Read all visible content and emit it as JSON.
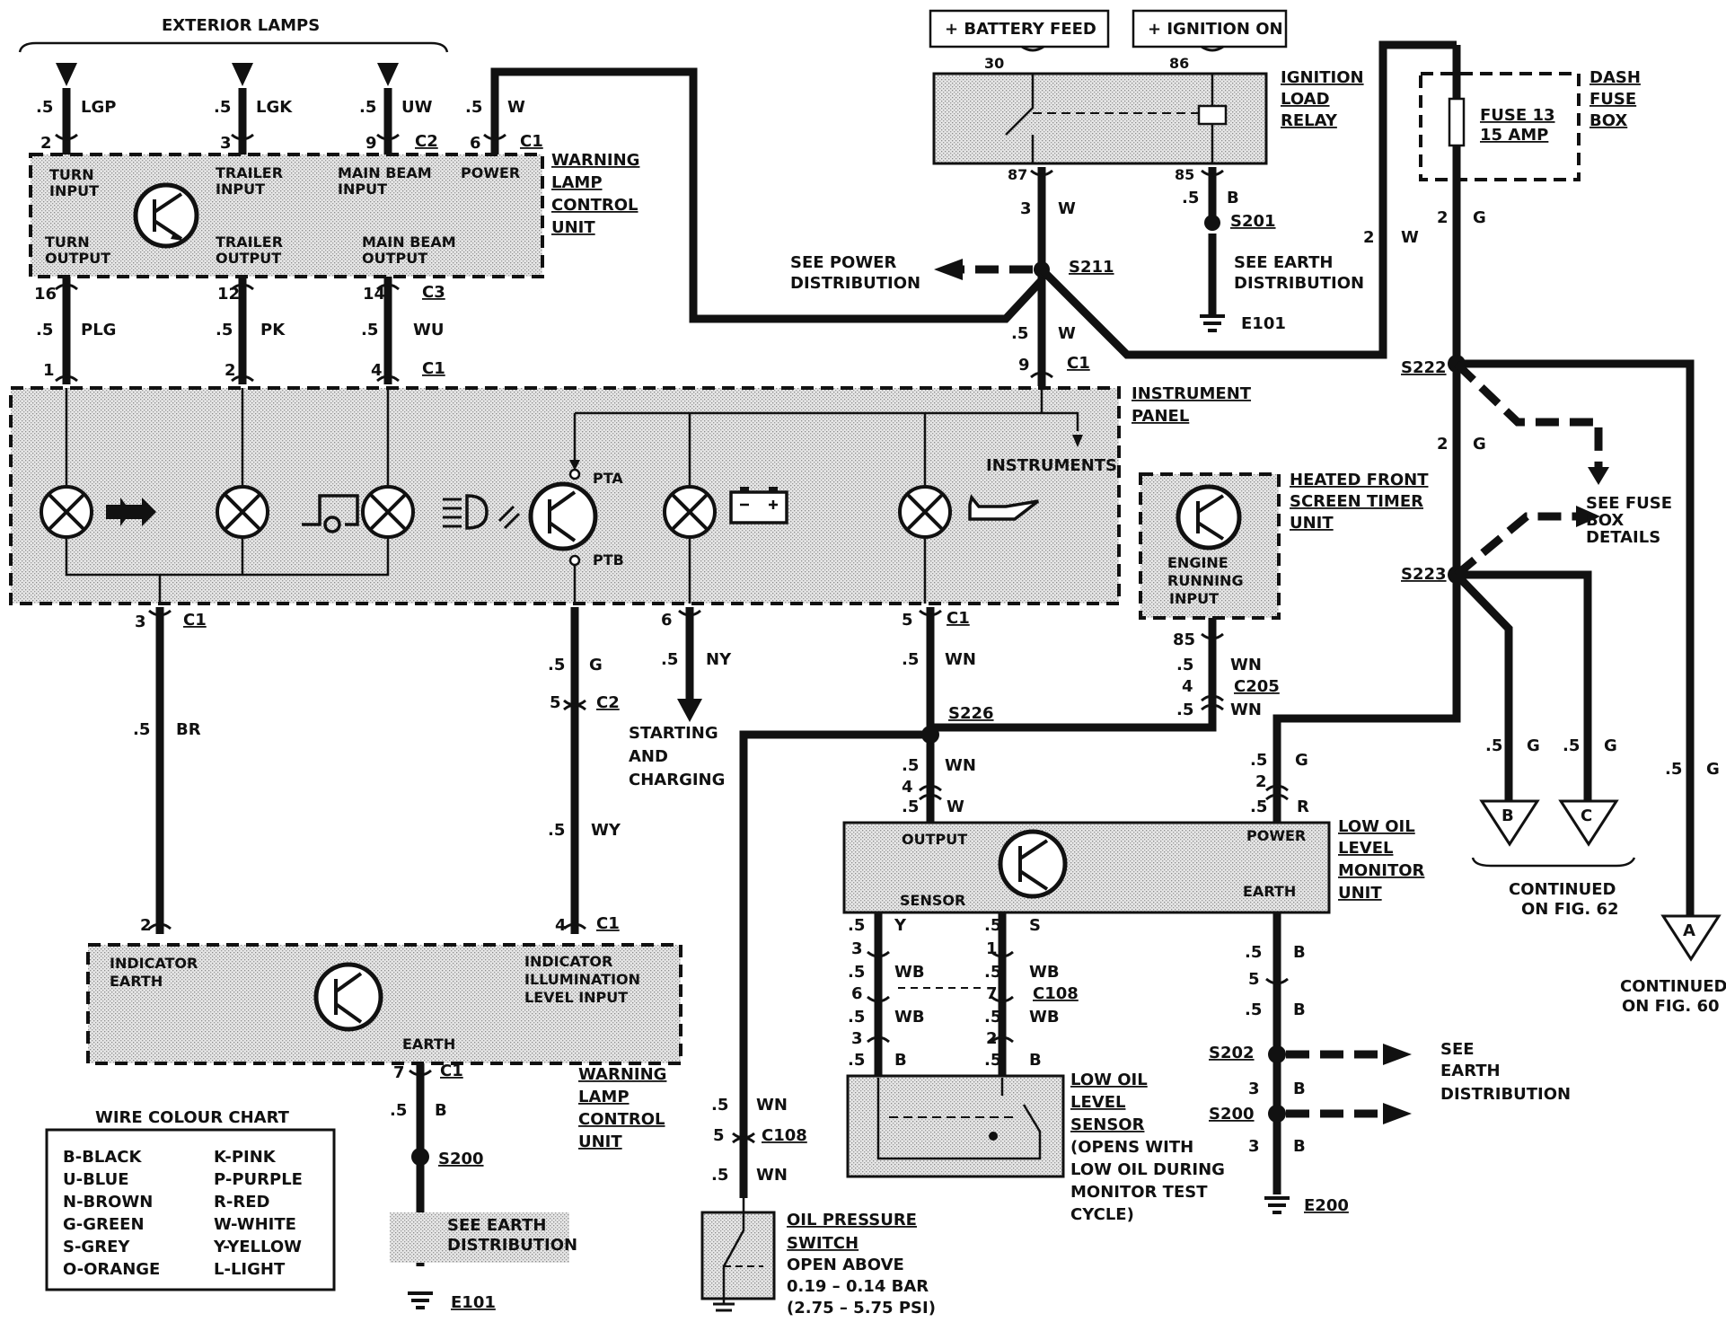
{
  "components": {
    "exterior_lamps": "EXTERIOR LAMPS",
    "battery_feed": "+ BATTERY FEED",
    "ignition_on": "+ IGNITION ON",
    "ignition_relay": [
      "IGNITION",
      "LOAD",
      "RELAY"
    ],
    "dash_fuse_box": [
      "DASH",
      "FUSE",
      "BOX"
    ],
    "fuse": [
      "FUSE 13",
      "15 AMP"
    ],
    "wlcu": [
      "WARNING",
      "LAMP",
      "CONTROL",
      "UNIT"
    ],
    "wlcu_turn_input": [
      "TURN",
      "INPUT"
    ],
    "wlcu_trailer_input": [
      "TRAILER",
      "INPUT"
    ],
    "wlcu_mainbeam_input": [
      "MAIN BEAM",
      "INPUT"
    ],
    "wlcu_power": "POWER",
    "wlcu_turn_output": [
      "TURN",
      "OUTPUT"
    ],
    "wlcu_trailer_output": [
      "TRAILER",
      "OUTPUT"
    ],
    "wlcu_mainbeam_output": [
      "MAIN BEAM",
      "OUTPUT"
    ],
    "instrument_panel": [
      "INSTRUMENT",
      "PANEL"
    ],
    "instruments": "INSTRUMENTS",
    "pta": "PTA",
    "ptb": "PTB",
    "heated_screen": [
      "HEATED FRONT",
      "SCREEN TIMER",
      "UNIT"
    ],
    "engine_running": [
      "ENGINE",
      "RUNNING",
      "INPUT"
    ],
    "see_power": [
      "SEE POWER",
      "DISTRIBUTION"
    ],
    "see_earth": [
      "SEE EARTH",
      "DISTRIBUTION"
    ],
    "see_fuse": [
      "SEE FUSE",
      "BOX",
      "DETAILS"
    ],
    "starting": [
      "STARTING",
      "AND",
      "CHARGING"
    ],
    "low_oil_monitor": [
      "LOW OIL",
      "LEVEL",
      "MONITOR",
      "UNIT"
    ],
    "monitor_output": "OUTPUT",
    "monitor_power": "POWER",
    "monitor_sensor": "SENSOR",
    "monitor_earth": "EARTH",
    "indicator_earth": [
      "INDICATOR",
      "EARTH"
    ],
    "indicator_illum": [
      "INDICATOR",
      "ILLUMINATION",
      "LEVEL INPUT"
    ],
    "wlcu2_earth": "EARTH",
    "wlcu2": [
      "WARNING",
      "LAMP",
      "CONTROL",
      "UNIT"
    ],
    "low_oil_sensor": [
      "LOW OIL",
      "LEVEL",
      "SENSOR",
      "(OPENS WITH",
      "LOW OIL DURING",
      "MONITOR TEST",
      "CYCLE)"
    ],
    "oil_pressure": [
      "OIL PRESSURE",
      "SWITCH",
      "OPEN ABOVE",
      "0.19 – 0.14 BAR",
      "(2.75 – 5.75 PSI)"
    ],
    "see_earth_bottom": [
      "SEE",
      "EARTH",
      "DISTRIBUTION"
    ],
    "see_earth_left": [
      "SEE EARTH",
      "DISTRIBUTION"
    ],
    "continued_62": [
      "CONTINUED",
      "ON FIG. 62"
    ],
    "continued_60": [
      "CONTINUED",
      "ON FIG. 60"
    ],
    "conn_a": "A",
    "conn_b": "B",
    "conn_c": "C"
  },
  "splices": {
    "s211": "S211",
    "s201": "S201",
    "s222": "S222",
    "s223": "S223",
    "s226": "S226",
    "s202": "S202",
    "s200a": "S200",
    "s200b": "S200",
    "e101a": "E101",
    "e101b": "E101",
    "e200": "E200"
  },
  "connectors": {
    "c1": "C1",
    "c2": "C2",
    "c3": "C3",
    "c205": "C205",
    "c108": "C108"
  },
  "wires": {
    "lgp": "LGP",
    "lgk": "LGK",
    "uw": "UW",
    "w": "W",
    "plg": "PLG",
    "pk": "PK",
    "wu": "WU",
    "br": "BR",
    "g": "G",
    "wy": "WY",
    "ny": "NY",
    "wn": "WN",
    "b": "B",
    "r": "R",
    "y": "Y",
    "s": "S",
    "wb": "WB"
  },
  "nums": {
    "p5": ".5",
    "n1": "1",
    "n2": "2",
    "n3": "3",
    "n4": "4",
    "n5": "5",
    "n6": "6",
    "n7": "7",
    "n9": "9",
    "n12": "12",
    "n14": "14",
    "n16": "16",
    "n30": "30",
    "n85": "85",
    "n86": "86",
    "n87": "87"
  },
  "legend": {
    "title": "WIRE COLOUR CHART",
    "left": [
      "B-BLACK",
      "U-BLUE",
      "N-BROWN",
      "G-GREEN",
      "S-GREY",
      "O-ORANGE"
    ],
    "right": [
      "K-PINK",
      "P-PURPLE",
      "R-RED",
      "W-WHITE",
      "Y-YELLOW",
      "L-LIGHT"
    ]
  }
}
